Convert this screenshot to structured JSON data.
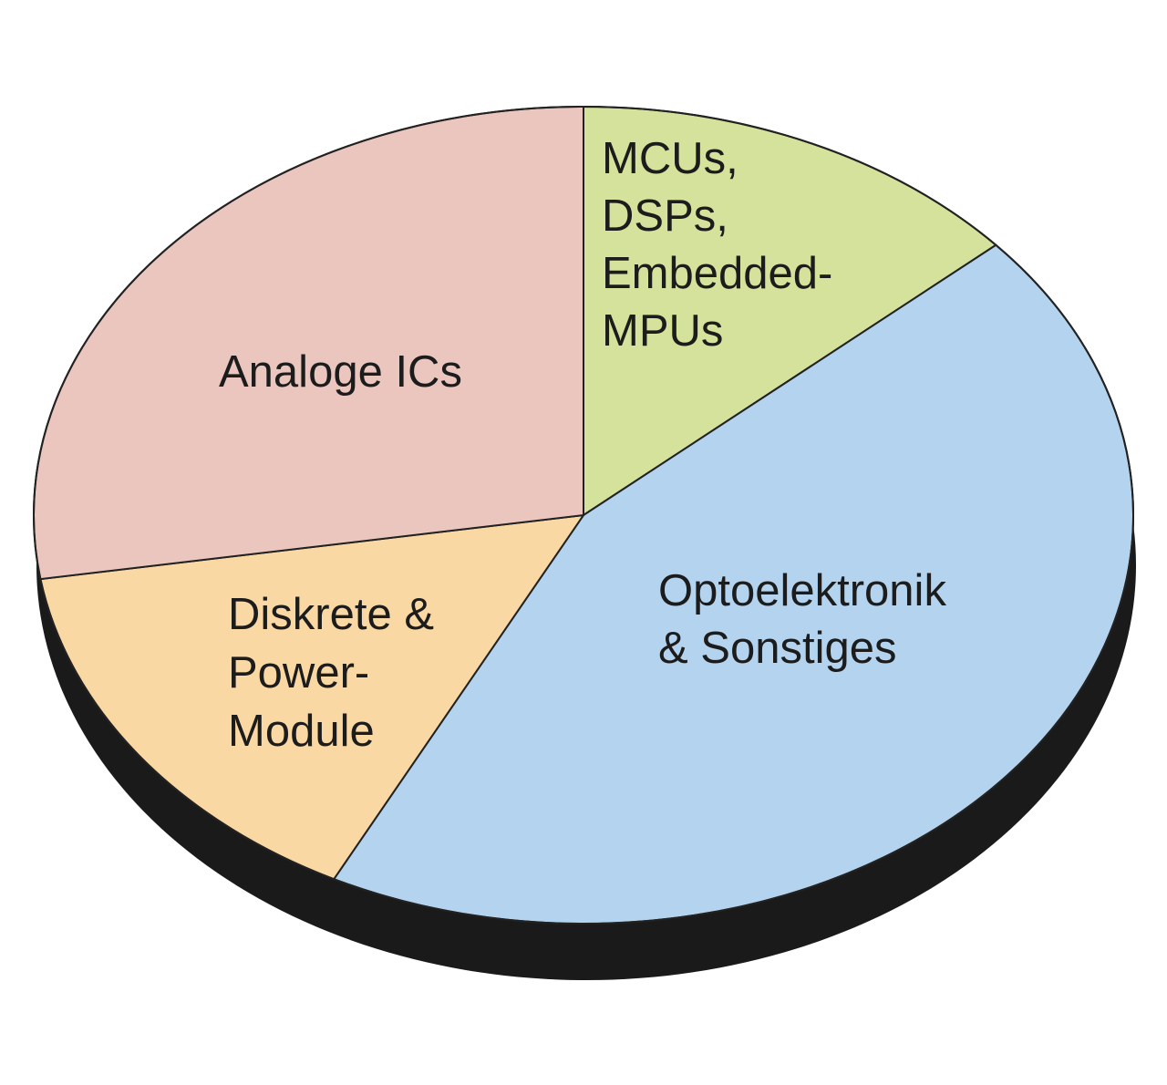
{
  "chart_data": {
    "type": "pie",
    "style": "3d-tilted",
    "start_angle_deg": 0,
    "direction": "clockwise",
    "slices": [
      {
        "label_lines": [
          "MCUs,",
          "DSPs,",
          "Embedded-",
          "MPUs"
        ],
        "value": 13.5,
        "color": "#d4e29c"
      },
      {
        "label_lines": [
          "Optoelektronik",
          "& Sonstiges"
        ],
        "value": 44.0,
        "color": "#b3d3ee"
      },
      {
        "label_lines": [
          "Diskrete &",
          "Power-",
          "Module"
        ],
        "value": 15.0,
        "color": "#f9d8a4"
      },
      {
        "label_lines": [
          "Analoge ICs"
        ],
        "value": 27.5,
        "color": "#eac6bf"
      }
    ],
    "edge_color": "#1a1a1a",
    "outline_color": "#222222"
  }
}
